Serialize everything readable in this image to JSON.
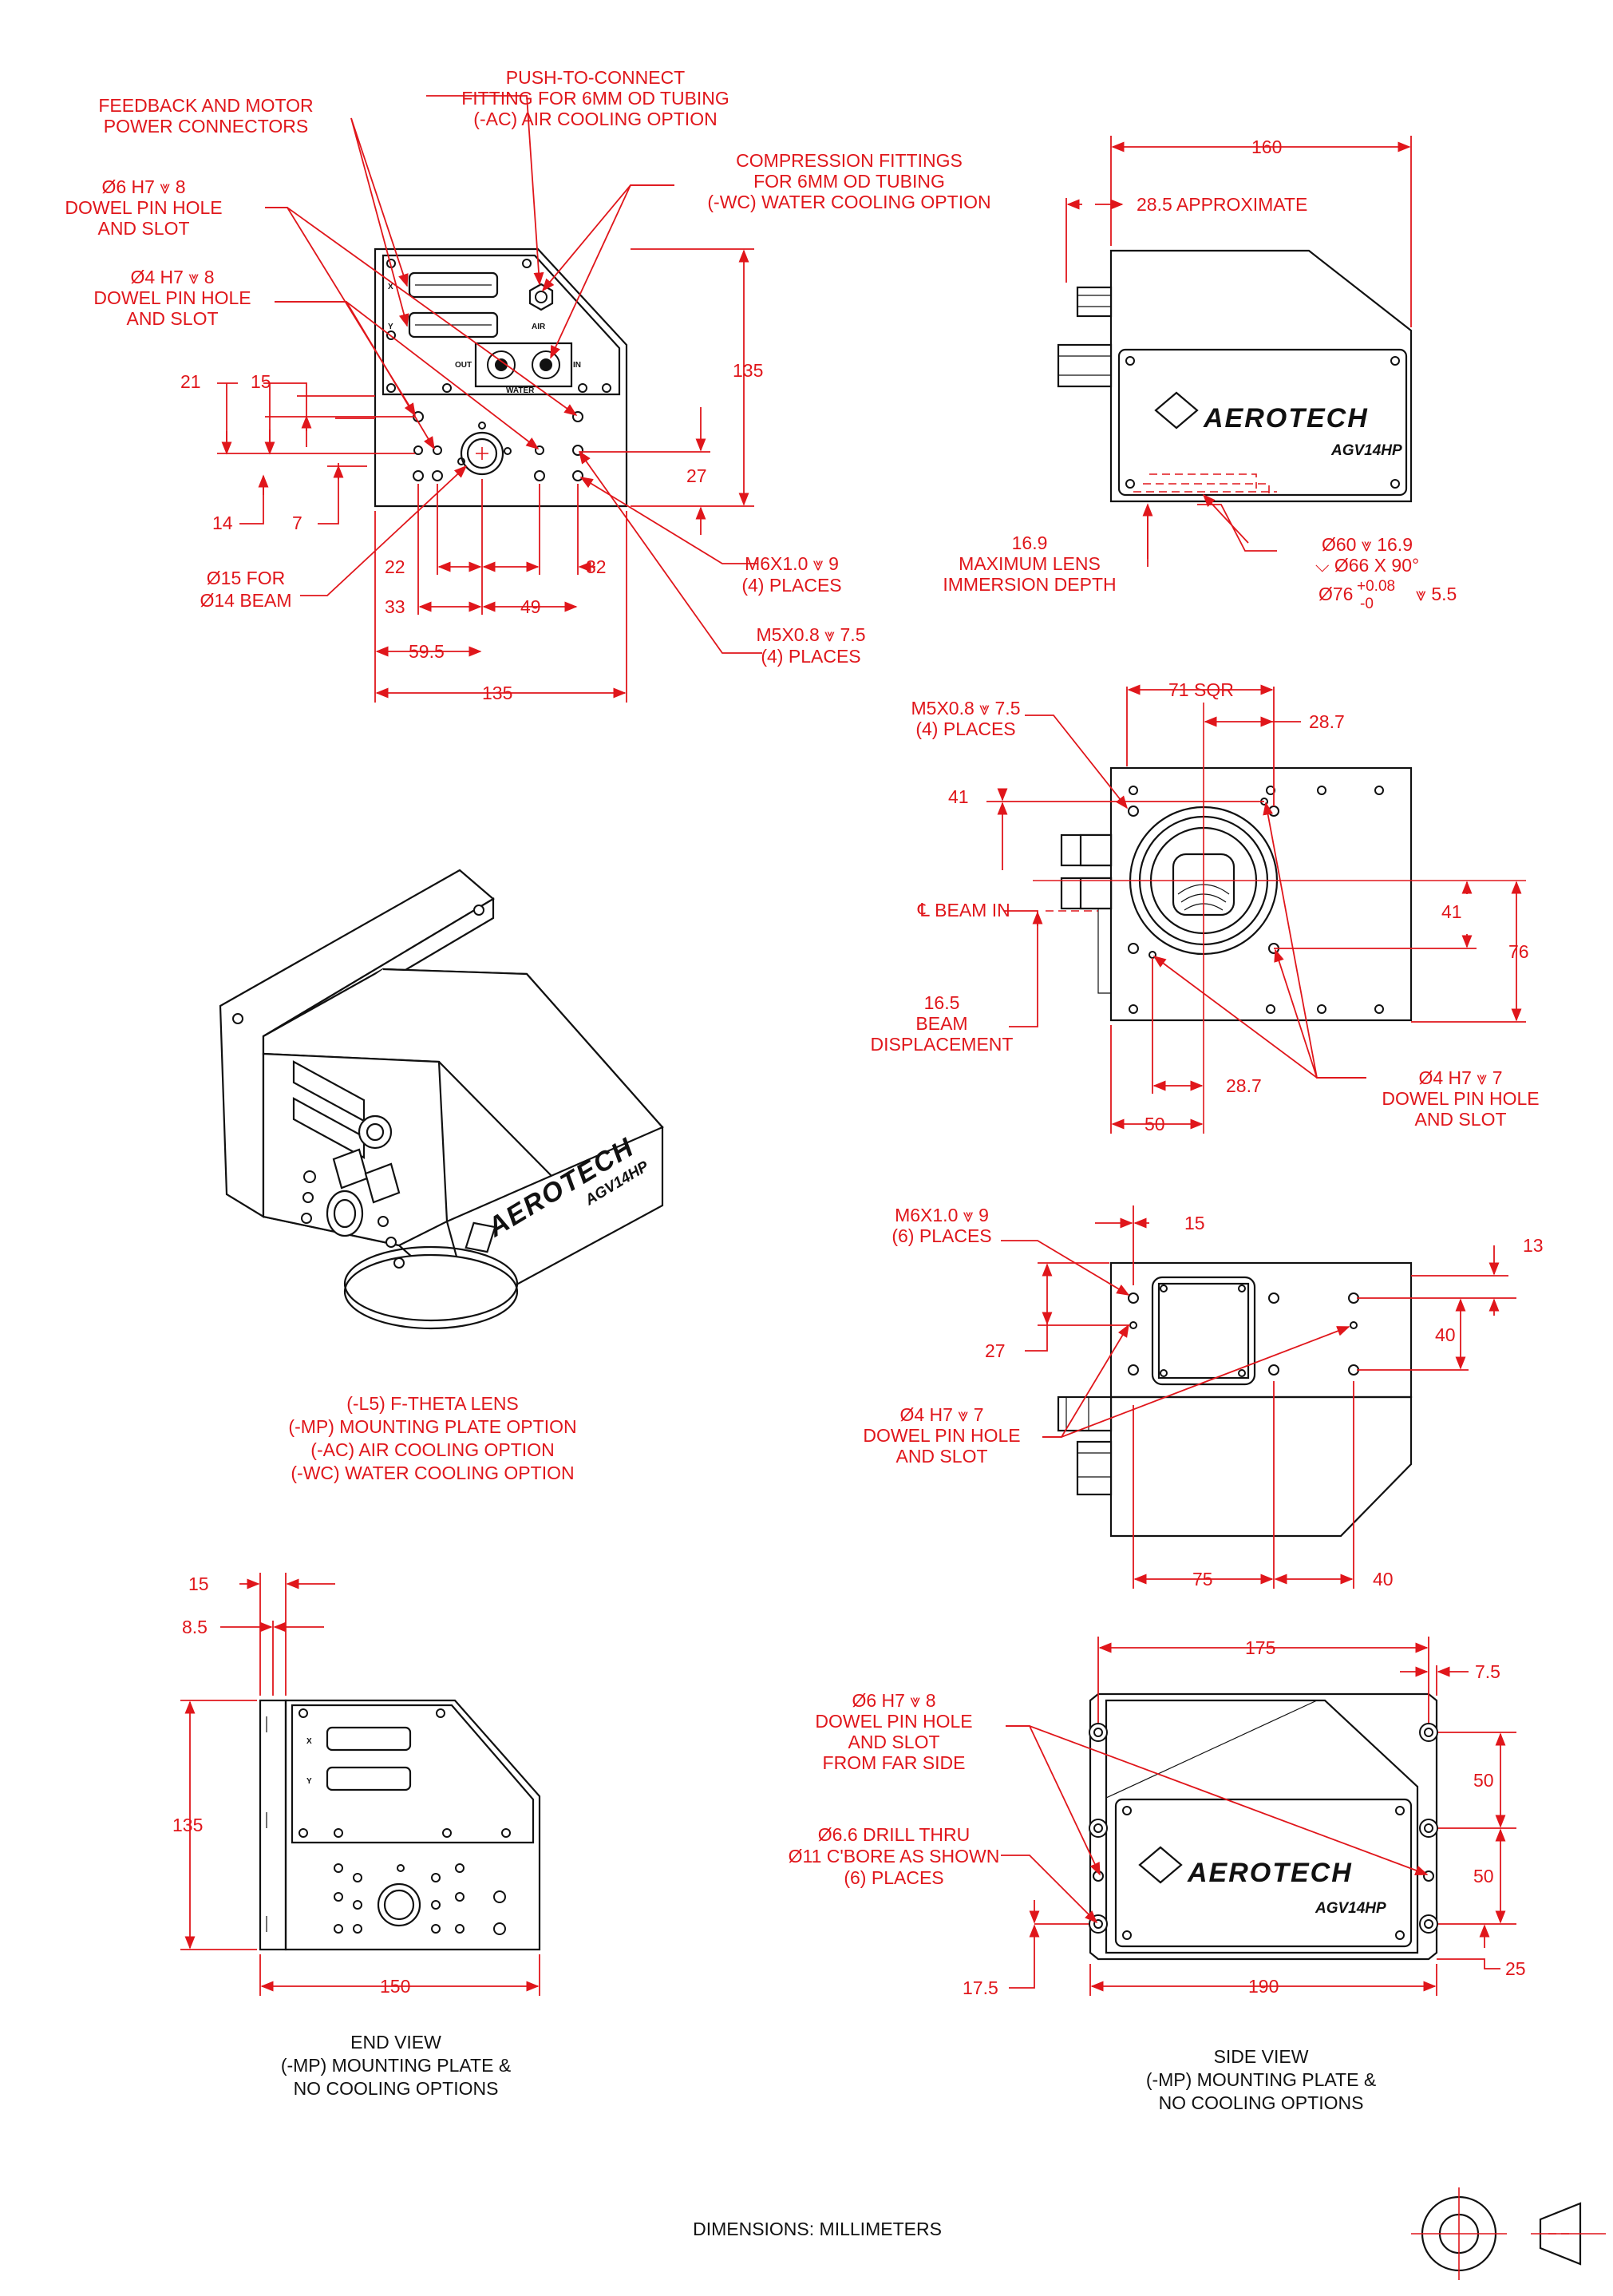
{
  "views": {
    "front_top": {
      "callouts": {
        "push_connect": [
          "PUSH-TO-CONNECT",
          "FITTING FOR 6MM OD TUBING",
          "(-AC) AIR COOLING OPTION"
        ],
        "feedback": [
          "FEEDBACK AND MOTOR",
          "POWER CONNECTORS"
        ],
        "compression": [
          "COMPRESSION FITTINGS",
          "FOR 6MM OD TUBING",
          "(-WC) WATER COOLING OPTION"
        ],
        "dowel6": [
          "Ø6 H7 ⩔ 8",
          "DOWEL PIN HOLE",
          "AND SLOT"
        ],
        "dowel4": [
          "Ø4 H7 ⩔ 8",
          "DOWEL PIN HOLE",
          "AND SLOT"
        ],
        "beam15": [
          "Ø15 FOR",
          "Ø14 BEAM"
        ],
        "m6": [
          "M6X1.0 ⩔ 9",
          "(4) PLACES"
        ],
        "m5": [
          "M5X0.8 ⩔ 7.5",
          "(4) PLACES"
        ]
      },
      "dims": {
        "d21": "21",
        "d15": "15",
        "d14": "14",
        "d7": "7",
        "d135v": "135",
        "d27": "27",
        "d22": "22",
        "d32": "32",
        "d33": "33",
        "d49": "49",
        "d59": "59.5",
        "d135h": "135"
      },
      "labels": {
        "x": "X",
        "y": "Y",
        "air": "AIR",
        "out": "OUT",
        "in": "IN",
        "water": "WATER"
      }
    },
    "side_top": {
      "dims": {
        "d160": "160",
        "d28": "28.5 APPROXIMATE"
      },
      "immersion": [
        "16.9",
        "MAXIMUM LENS",
        "IMMERSION DEPTH"
      ],
      "spec1": "Ø60 ⩔ 16.9",
      "spec2": "⌵ Ø66 X 90°",
      "spec3_main": "Ø76",
      "spec3_plus": "+0.08",
      "spec3_minus": "-0",
      "spec3_depth": "⩔ 5.5",
      "brand": "AEROTECH",
      "model": "AGV14HP"
    },
    "bottom": {
      "dims": {
        "d71": "71 SQR",
        "d287a": "28.7",
        "d41a": "41",
        "d41b": "41",
        "d76": "76",
        "d287b": "28.7",
        "d50": "50"
      },
      "m5": [
        "M5X0.8 ⩔ 7.5",
        "(4) PLACES"
      ],
      "beam_in": "℄ BEAM IN",
      "beam_disp": [
        "16.5",
        "BEAM",
        "DISPLACEMENT"
      ],
      "dowel4": [
        "Ø4 H7 ⩔ 7",
        "DOWEL PIN HOLE",
        "AND SLOT"
      ]
    },
    "iso": {
      "caption": [
        "(-L5) F-THETA LENS",
        "(-MP) MOUNTING PLATE OPTION",
        "(-AC) AIR COOLING OPTION",
        "(-WC) WATER COOLING OPTION"
      ],
      "brand": "AEROTECH",
      "model": "AGV14HP"
    },
    "top_view": {
      "m6": [
        "M6X1.0 ⩔ 9",
        "(6) PLACES"
      ],
      "dowel4": [
        "Ø4 H7 ⩔ 7",
        "DOWEL PIN HOLE",
        "AND SLOT"
      ],
      "dims": {
        "d15": "15",
        "d13": "13",
        "d27": "27",
        "d40v": "40",
        "d75": "75",
        "d40h": "40"
      }
    },
    "end_view": {
      "dims": {
        "d15": "15",
        "d85": "8.5",
        "d135": "135",
        "d150": "150"
      },
      "caption": [
        "END VIEW",
        "(-MP) MOUNTING PLATE &",
        "NO COOLING OPTIONS"
      ]
    },
    "side_view": {
      "dims": {
        "d175": "175",
        "d75": "7.5",
        "d50a": "50",
        "d50b": "50",
        "d25": "25",
        "d175b": "17.5",
        "d190": "190"
      },
      "dowel6": [
        "Ø6 H7 ⩔ 8",
        "DOWEL PIN HOLE",
        "AND SLOT",
        "FROM FAR SIDE"
      ],
      "drill": [
        "Ø6.6 DRILL THRU",
        "Ø11 C'BORE AS SHOWN",
        "(6) PLACES"
      ],
      "caption": [
        "SIDE VIEW",
        "(-MP) MOUNTING PLATE &",
        "NO COOLING OPTIONS"
      ],
      "brand": "AEROTECH",
      "model": "AGV14HP"
    }
  },
  "footer": "DIMENSIONS:  MILLIMETERS"
}
